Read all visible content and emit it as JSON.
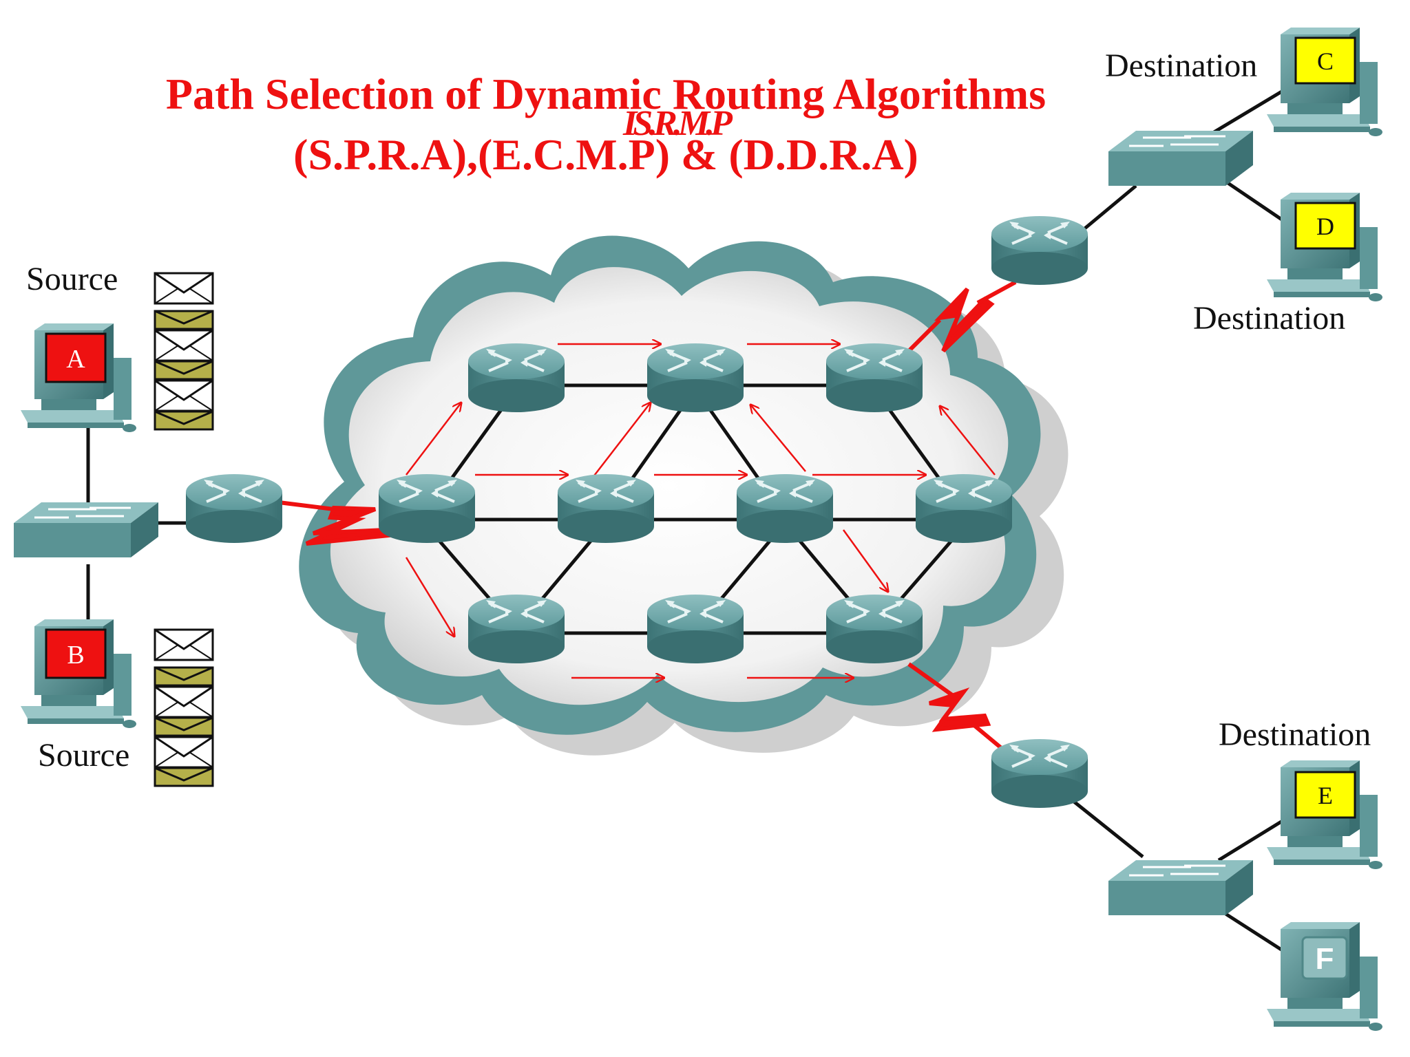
{
  "title": {
    "line1": "Path Selection of Dynamic Routing Algorithms",
    "line2": "(S.P.R.A),(E.C.M.P) & (D.D.R.A)",
    "overlap_text": "IS.R.M.P"
  },
  "labels": {
    "source_top": "Source",
    "source_bottom": "Source",
    "dest_c": "Destination",
    "dest_d": "Destination",
    "dest_e": "Destination"
  },
  "hosts": {
    "a": {
      "tag": "A",
      "color": "#ee1111"
    },
    "b": {
      "tag": "B",
      "color": "#ee1111"
    },
    "c": {
      "tag": "C",
      "color": "#ffff00"
    },
    "d": {
      "tag": "D",
      "color": "#ffff00"
    },
    "e": {
      "tag": "E",
      "color": "#ffff00"
    },
    "f": {
      "tag": "F"
    }
  },
  "colors": {
    "device_teal": "#4d8c8f",
    "cloud_teal": "#5f9899",
    "arrow_red": "#ee1111",
    "envelope_olive": "#b5b04a"
  }
}
